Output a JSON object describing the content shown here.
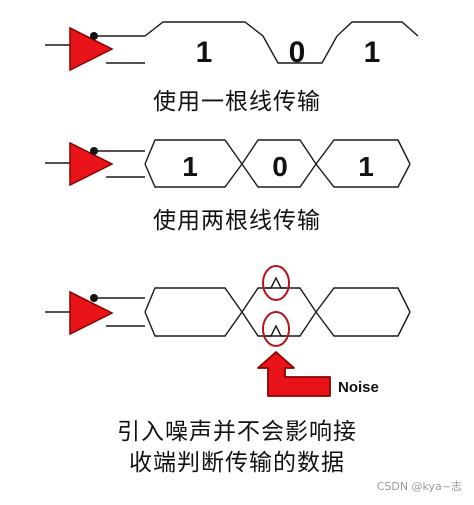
{
  "panels": [
    {
      "mode": "single-wire",
      "bits": [
        "1",
        "0",
        "1"
      ],
      "caption": "使用一根线传输"
    },
    {
      "mode": "differential",
      "bits": [
        "1",
        "0",
        "1"
      ],
      "caption": "使用两根线传输"
    },
    {
      "mode": "differential-noise",
      "bits": [],
      "noise_label": "Noise",
      "caption_lines": [
        "引入噪声并不会影响接",
        "收端判断传输的数据"
      ]
    }
  ],
  "watermark": "CSDN @kya~志",
  "colors": {
    "driver_fill": "#e8141a",
    "driver_stroke": "#8a0000",
    "noise_circle": "#b3141a",
    "arrow_fill": "#e8141a",
    "arrow_stroke": "#8a0000",
    "wire": "#1a1a1a"
  }
}
